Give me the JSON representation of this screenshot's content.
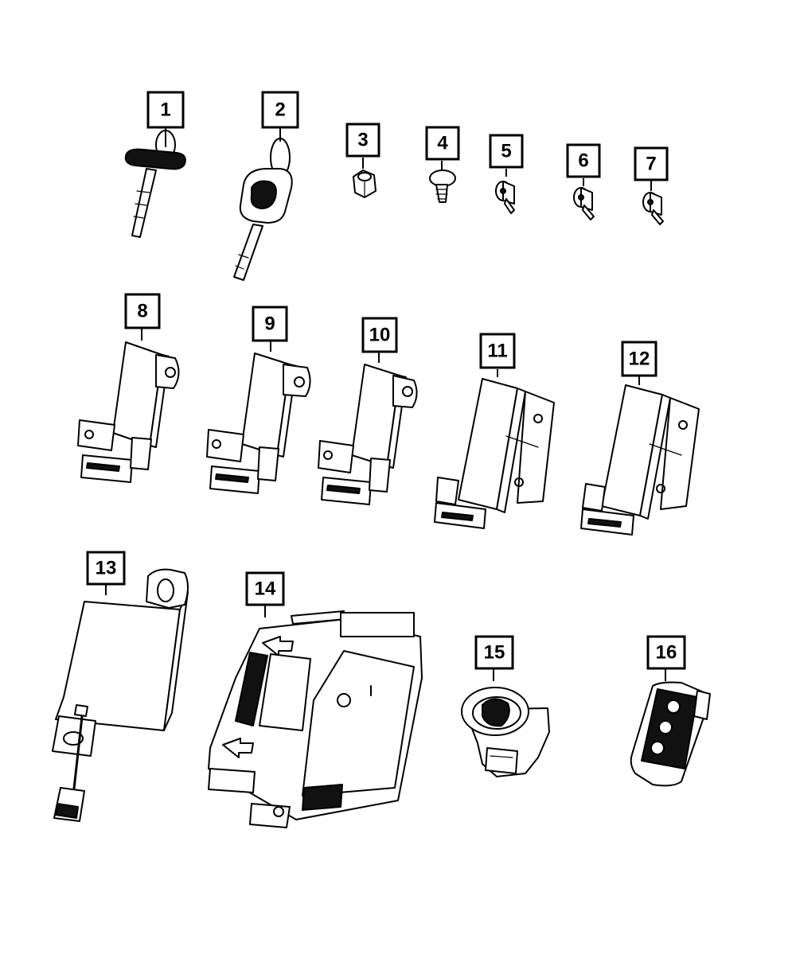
{
  "diagram": {
    "callouts": [
      {
        "id": "1",
        "label": "1"
      },
      {
        "id": "2",
        "label": "2"
      },
      {
        "id": "3",
        "label": "3"
      },
      {
        "id": "4",
        "label": "4"
      },
      {
        "id": "5",
        "label": "5"
      },
      {
        "id": "6",
        "label": "6"
      },
      {
        "id": "7",
        "label": "7"
      },
      {
        "id": "8",
        "label": "8"
      },
      {
        "id": "9",
        "label": "9"
      },
      {
        "id": "10",
        "label": "10"
      },
      {
        "id": "11",
        "label": "11"
      },
      {
        "id": "12",
        "label": "12"
      },
      {
        "id": "13",
        "label": "13"
      },
      {
        "id": "14",
        "label": "14"
      },
      {
        "id": "15",
        "label": "15"
      },
      {
        "id": "16",
        "label": "16"
      }
    ],
    "parts": [
      {
        "callout": "1",
        "icon": "key-blank-icon"
      },
      {
        "callout": "2",
        "icon": "ram-key-icon"
      },
      {
        "callout": "3",
        "icon": "hex-nut-icon"
      },
      {
        "callout": "4",
        "icon": "push-pin-icon"
      },
      {
        "callout": "5",
        "icon": "lock-cylinder-icon"
      },
      {
        "callout": "6",
        "icon": "lock-cylinder-icon"
      },
      {
        "callout": "7",
        "icon": "lock-cylinder-icon"
      },
      {
        "callout": "8",
        "icon": "antenna-module-icon"
      },
      {
        "callout": "9",
        "icon": "antenna-module-icon"
      },
      {
        "callout": "10",
        "icon": "antenna-module-icon"
      },
      {
        "callout": "11",
        "icon": "antenna-module-icon"
      },
      {
        "callout": "12",
        "icon": "antenna-module-icon"
      },
      {
        "callout": "13",
        "icon": "receiver-module-icon"
      },
      {
        "callout": "14",
        "icon": "control-module-icon"
      },
      {
        "callout": "15",
        "icon": "ignition-switch-icon"
      },
      {
        "callout": "16",
        "icon": "key-fob-icon"
      }
    ]
  }
}
